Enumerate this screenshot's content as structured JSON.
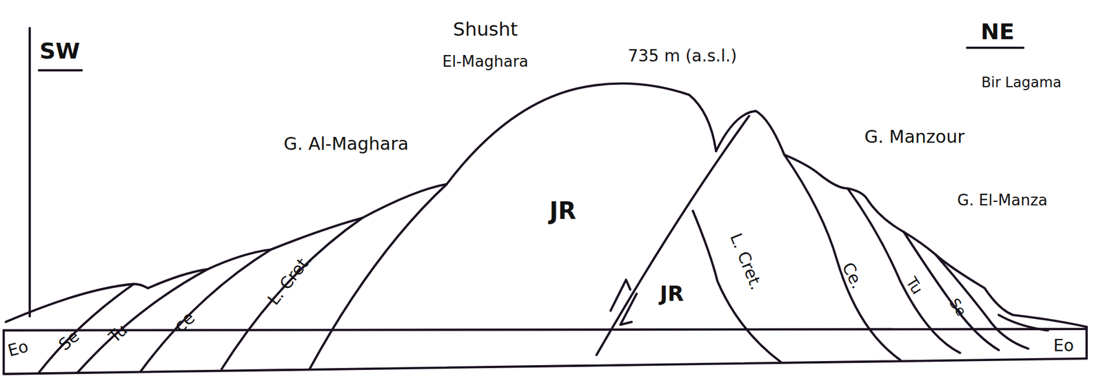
{
  "diagram": {
    "labels": [
      "SW",
      "NE",
      "Shusht",
      "El-Maghara",
      "735 m (a.s.l.)",
      "Bir Lagama",
      "G. Al-Maghara",
      "G. Manzour",
      "G. El-Manza",
      "Eo",
      "Se",
      "Tu",
      "ce",
      "L. Cret.",
      "JR",
      "JR",
      "L. Cret.",
      "Ce.",
      "Tu",
      "Se",
      "Eo"
    ]
  }
}
